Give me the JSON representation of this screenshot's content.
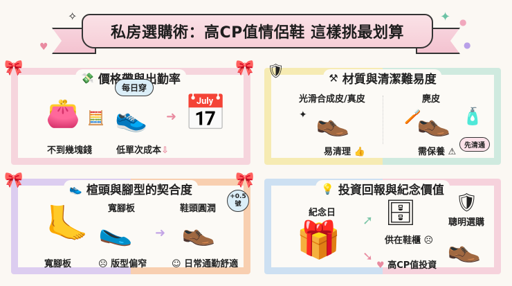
{
  "title": "私房選購術：高CP值情侶鞋 這樣挑最划算",
  "sections": [
    {
      "title": "價格帶與出勤率",
      "icon": "money-icon",
      "wallet_label": "不到幾塊錢",
      "bubble": "每日穿",
      "shoes_label": "低單次成本",
      "down_arrow": "⇩"
    },
    {
      "title": "材質與清潔難易度",
      "icon": "tools-icon",
      "left_heading": "光滑合成皮/真皮",
      "left_caption": "易清理",
      "right_heading": "麂皮",
      "right_caption": "需保養",
      "right_pill": "先清通"
    },
    {
      "title": "楦頭與腳型的契合度",
      "icon": "sneaker-icon",
      "foot_label": "寬腳板",
      "mid_heading": "寬腳板",
      "mid_caption": "版型偏窄",
      "right_heading": "鞋頭圓潤",
      "right_caption": "日常通勤舒適",
      "badge_line1": "+0.5",
      "badge_line2": "號"
    },
    {
      "title": "投資回報與紀念價值",
      "icon": "lightbulb-icon",
      "gift_label": "紀念日",
      "cabinet_label": "供在鞋櫃",
      "invest_label": "高CP值投資",
      "smart_label": "聰明選購"
    }
  ]
}
